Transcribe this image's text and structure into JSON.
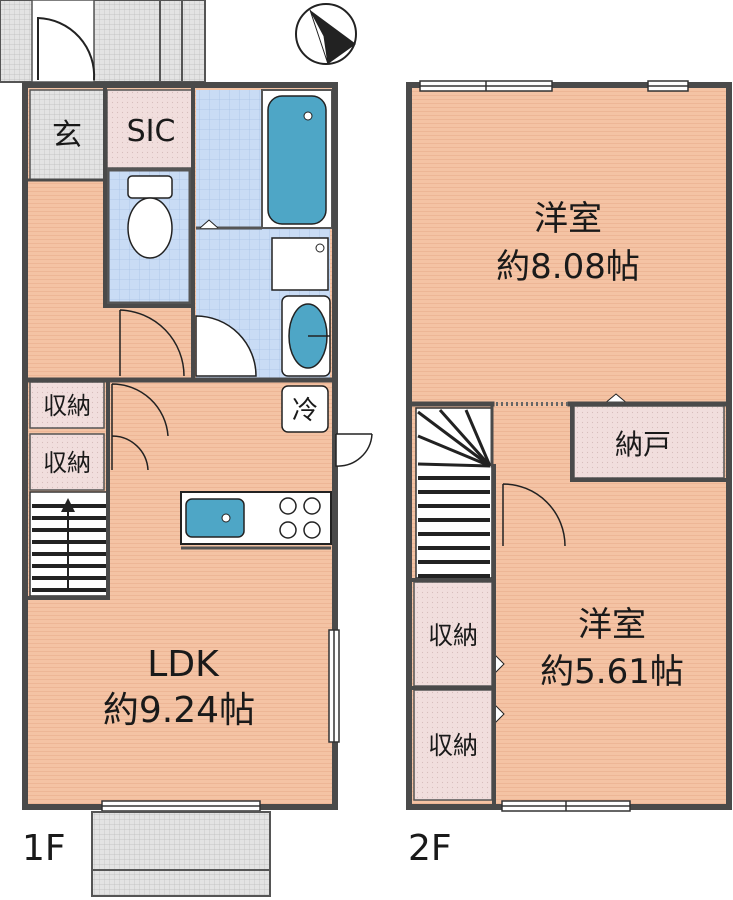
{
  "floor1": {
    "label": "1F",
    "rooms": {
      "entrance": "玄",
      "sic": "SIC",
      "storage_upper": "収納",
      "storage_lower": "収納",
      "fridge": "冷",
      "ldk_name": "LDK",
      "ldk_size": "約9.24帖"
    }
  },
  "floor2": {
    "label": "2F",
    "rooms": {
      "western_north_name": "洋室",
      "western_north_size": "約8.08帖",
      "closet": "納戸",
      "western_south_name": "洋室",
      "western_south_size": "約5.61帖",
      "storage_upper": "収納",
      "storage_lower": "収納"
    }
  },
  "colors": {
    "floor_wood": "#f4c3a4",
    "bath_tile": "#c9dcf5",
    "storage_pink": "#f1dedd",
    "fixture_blue": "#4ea6c6",
    "wall": "#4a4a4a",
    "hatch_gray": "#d9d9d9"
  },
  "icons": {
    "compass": "north-arrow-icon",
    "stairs_arrow": "up-arrow-icon"
  }
}
